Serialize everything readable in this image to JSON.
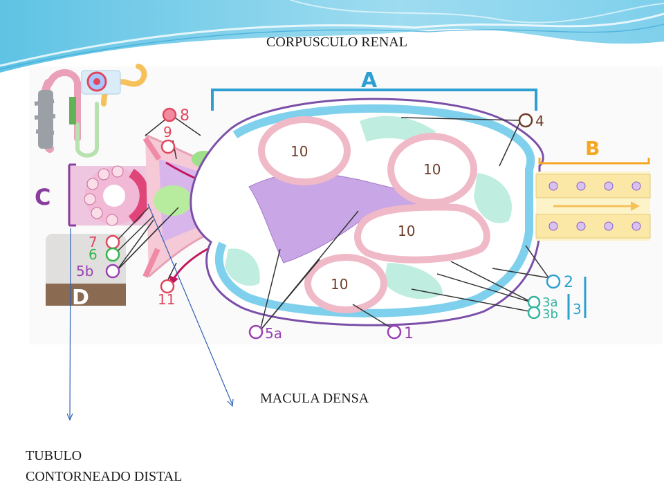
{
  "slide": {
    "title": "CORPUSCULO RENAL",
    "macula_label": "MACULA DENSA",
    "tubulo_line1": "TUBULO",
    "tubulo_line2": "CONTORNEADO DISTAL"
  },
  "diagram": {
    "region_letters": {
      "a": "A",
      "b": "B",
      "c": "C",
      "d": "D"
    },
    "numbers": {
      "n1": "1",
      "n2": "2",
      "n3": "3",
      "n3a": "3a",
      "n3b": "3b",
      "n4": "4",
      "n5a": "5a",
      "n5b": "5b",
      "n6": "6",
      "n7": "7",
      "n8": "8",
      "n9": "9",
      "n10": "10",
      "n11": "11"
    }
  },
  "colors": {
    "capsule_outline": "#7b4fa8",
    "capsule_blue": "#7fd0ec",
    "capillary_pink": "#f0b9c8",
    "mesangium_purple": "#c9a6e6",
    "podocyte_green": "#a8e6d2",
    "tubule_yellow": "#fbe8a6",
    "label_brown": "#6e3b2a",
    "label_red": "#e0475e",
    "label_green": "#33b34a",
    "label_purple": "#9a3fb4",
    "label_blue": "#2d9fd0",
    "arrow_blue": "#2f5fb5",
    "banner_blue": "#bfe6f3"
  }
}
